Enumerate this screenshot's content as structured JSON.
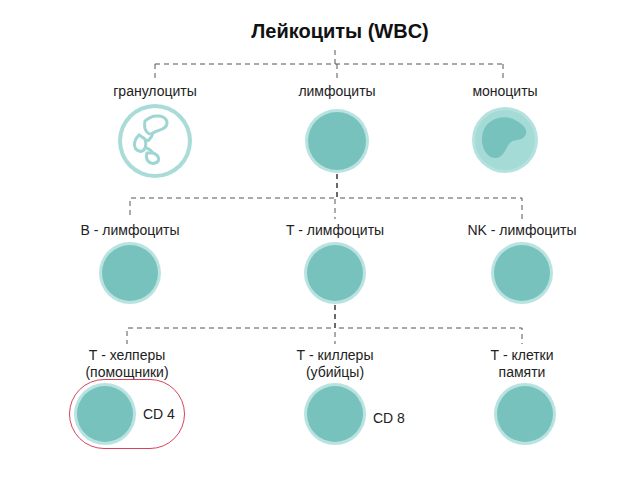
{
  "diagram": {
    "title": "Лейкоциты (WBC)",
    "nodes": [
      {
        "text": [
          "гранулоциты"
        ]
      },
      {
        "text": [
          "лимфоциты"
        ]
      },
      {
        "text": [
          "моноциты"
        ]
      },
      {
        "text": [
          "В - лимфоциты"
        ]
      },
      {
        "text": [
          "Т - лимфоциты"
        ]
      },
      {
        "text": [
          "NK - лимфоциты"
        ]
      },
      {
        "text": [
          "Т - хелперы (помощники)",
          "CD 4"
        ]
      },
      {
        "text": [
          "Т - киллеры (убийцы)",
          "CD 8"
        ]
      },
      {
        "text": [
          "Т - клетки памяти"
        ]
      }
    ],
    "edges": [
      {
        "from": 1,
        "to": 3,
        "arrow": "none"
      },
      {
        "from": 1,
        "to": 4,
        "arrow": "none"
      },
      {
        "from": 1,
        "to": 5,
        "arrow": "none"
      },
      {
        "from": 4,
        "to": 6,
        "arrow": "none"
      },
      {
        "from": 4,
        "to": 7,
        "arrow": "none"
      },
      {
        "from": 4,
        "to": 8,
        "arrow": "none"
      }
    ]
  }
}
